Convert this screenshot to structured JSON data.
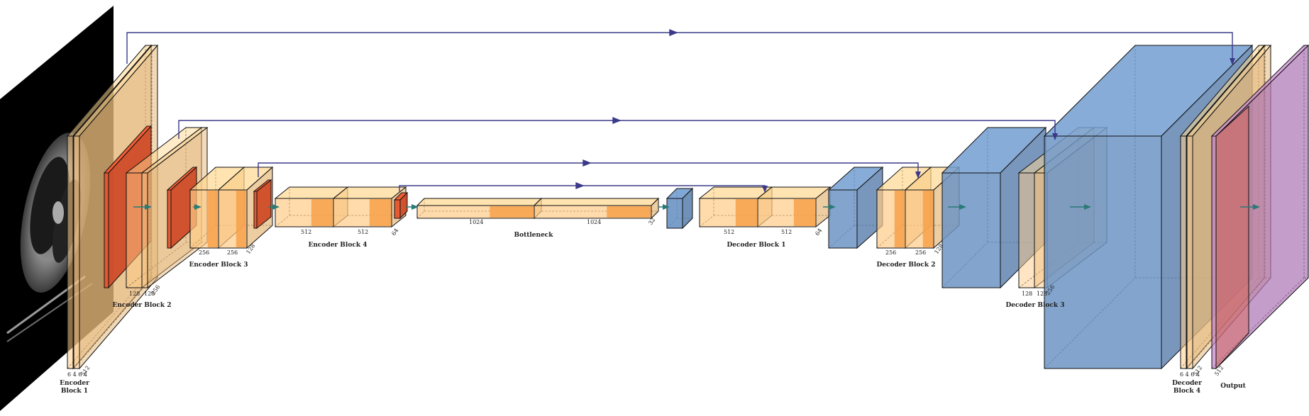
{
  "colors": {
    "conv": "#ffcc88",
    "conv_dark": "#f7a14a",
    "pool": "#e6542c",
    "upconv": "#6c94c4",
    "output": "#c080c8",
    "skip": "#3a3a8a",
    "flow": "#2a7a78"
  },
  "labels": {
    "encoder1": [
      "Encoder",
      "Block 1"
    ],
    "encoder2": "Encoder Block 2",
    "encoder3": "Encoder Block 3",
    "encoder4": "Encoder Block 4",
    "bottleneck": "Bottleneck",
    "decoder1": "Decoder Block 1",
    "decoder2": "Decoder Block 2",
    "decoder3": "Decoder Block 3",
    "decoder4": [
      "Decoder",
      "Block 4"
    ],
    "output": "Output"
  },
  "numbers": {
    "enc1_ch": "6 4 6 4",
    "enc1_sz": "512",
    "enc2_a": "128",
    "enc2_b": "128",
    "enc2_sz": "256",
    "enc3_a": "256",
    "enc3_b": "256",
    "enc3_sz": "128",
    "enc4_a": "512",
    "enc4_b": "512",
    "enc4_sz": "64",
    "bot_a": "1024",
    "bot_b": "1024",
    "bot_sz": "32",
    "dec1_a": "512",
    "dec1_b": "512",
    "dec1_sz": "64",
    "dec2_a": "256",
    "dec2_b": "256",
    "dec2_sz": "128",
    "dec3_a": "128",
    "dec3_b": "128",
    "dec3_sz": "256",
    "dec4_ch": "6 4 6 4",
    "dec4_sz": "512",
    "out_sz": "512"
  }
}
